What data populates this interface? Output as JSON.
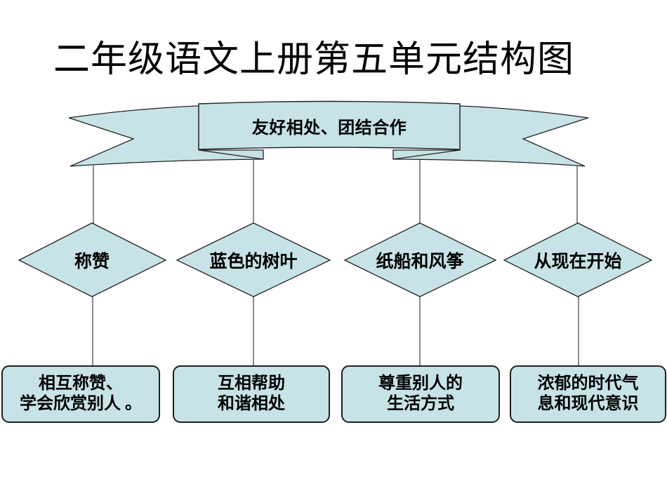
{
  "slide": {
    "title": "二年级语文上册第五单元结构图",
    "banner": {
      "label": "友好相处、团结合作"
    },
    "units": [
      {
        "lesson": "称赞",
        "theme_lines": [
          "相互称赞、",
          "学会欣赏别人 。"
        ]
      },
      {
        "lesson": "蓝色的树叶",
        "theme_lines": [
          "互相帮助",
          "和谐相处"
        ]
      },
      {
        "lesson": "纸船和风筝",
        "theme_lines": [
          "尊重别人的",
          "生活方式"
        ]
      },
      {
        "lesson": "从现在开始",
        "theme_lines": [
          "浓郁的时代气",
          "息和现代意识"
        ]
      }
    ],
    "colors": {
      "background": "#ffffff",
      "shape_fill": "#c7e3e7",
      "shape_border": "#222222",
      "connector": "#3d3d3d",
      "text": "#000000"
    }
  }
}
